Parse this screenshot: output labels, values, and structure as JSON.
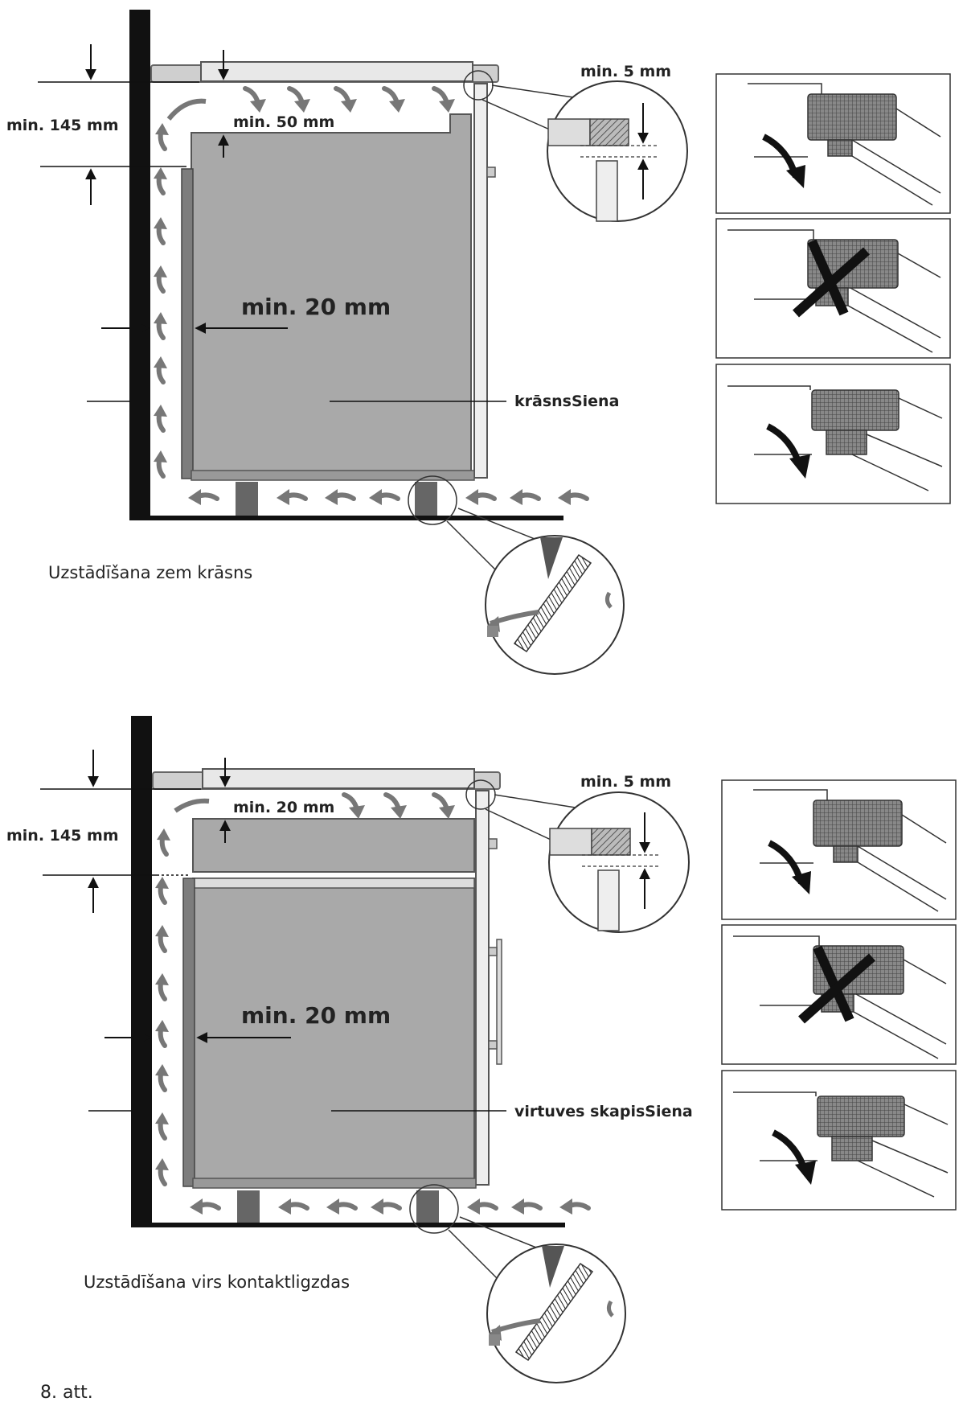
{
  "diagram_top": {
    "dim_top_gap": "min. 50 mm",
    "dim_cabinet_depth": "min. 145 mm",
    "dim_detail_gap": "min. 5 mm",
    "dim_side_gap": "min. 20 mm",
    "appliance_label": "krāsnsSiena",
    "caption": "Uzstādīšana zem krāsns"
  },
  "diagram_bottom": {
    "dim_top_gap": "min. 20 mm",
    "dim_cabinet_depth": "min. 145 mm",
    "dim_detail_gap": "min. 5 mm",
    "dim_side_gap": "min. 20 mm",
    "appliance_label": "virtuves skapisSiena",
    "caption": "Uzstādīšana virs kontaktligzdas"
  },
  "figure_caption": "8. att."
}
